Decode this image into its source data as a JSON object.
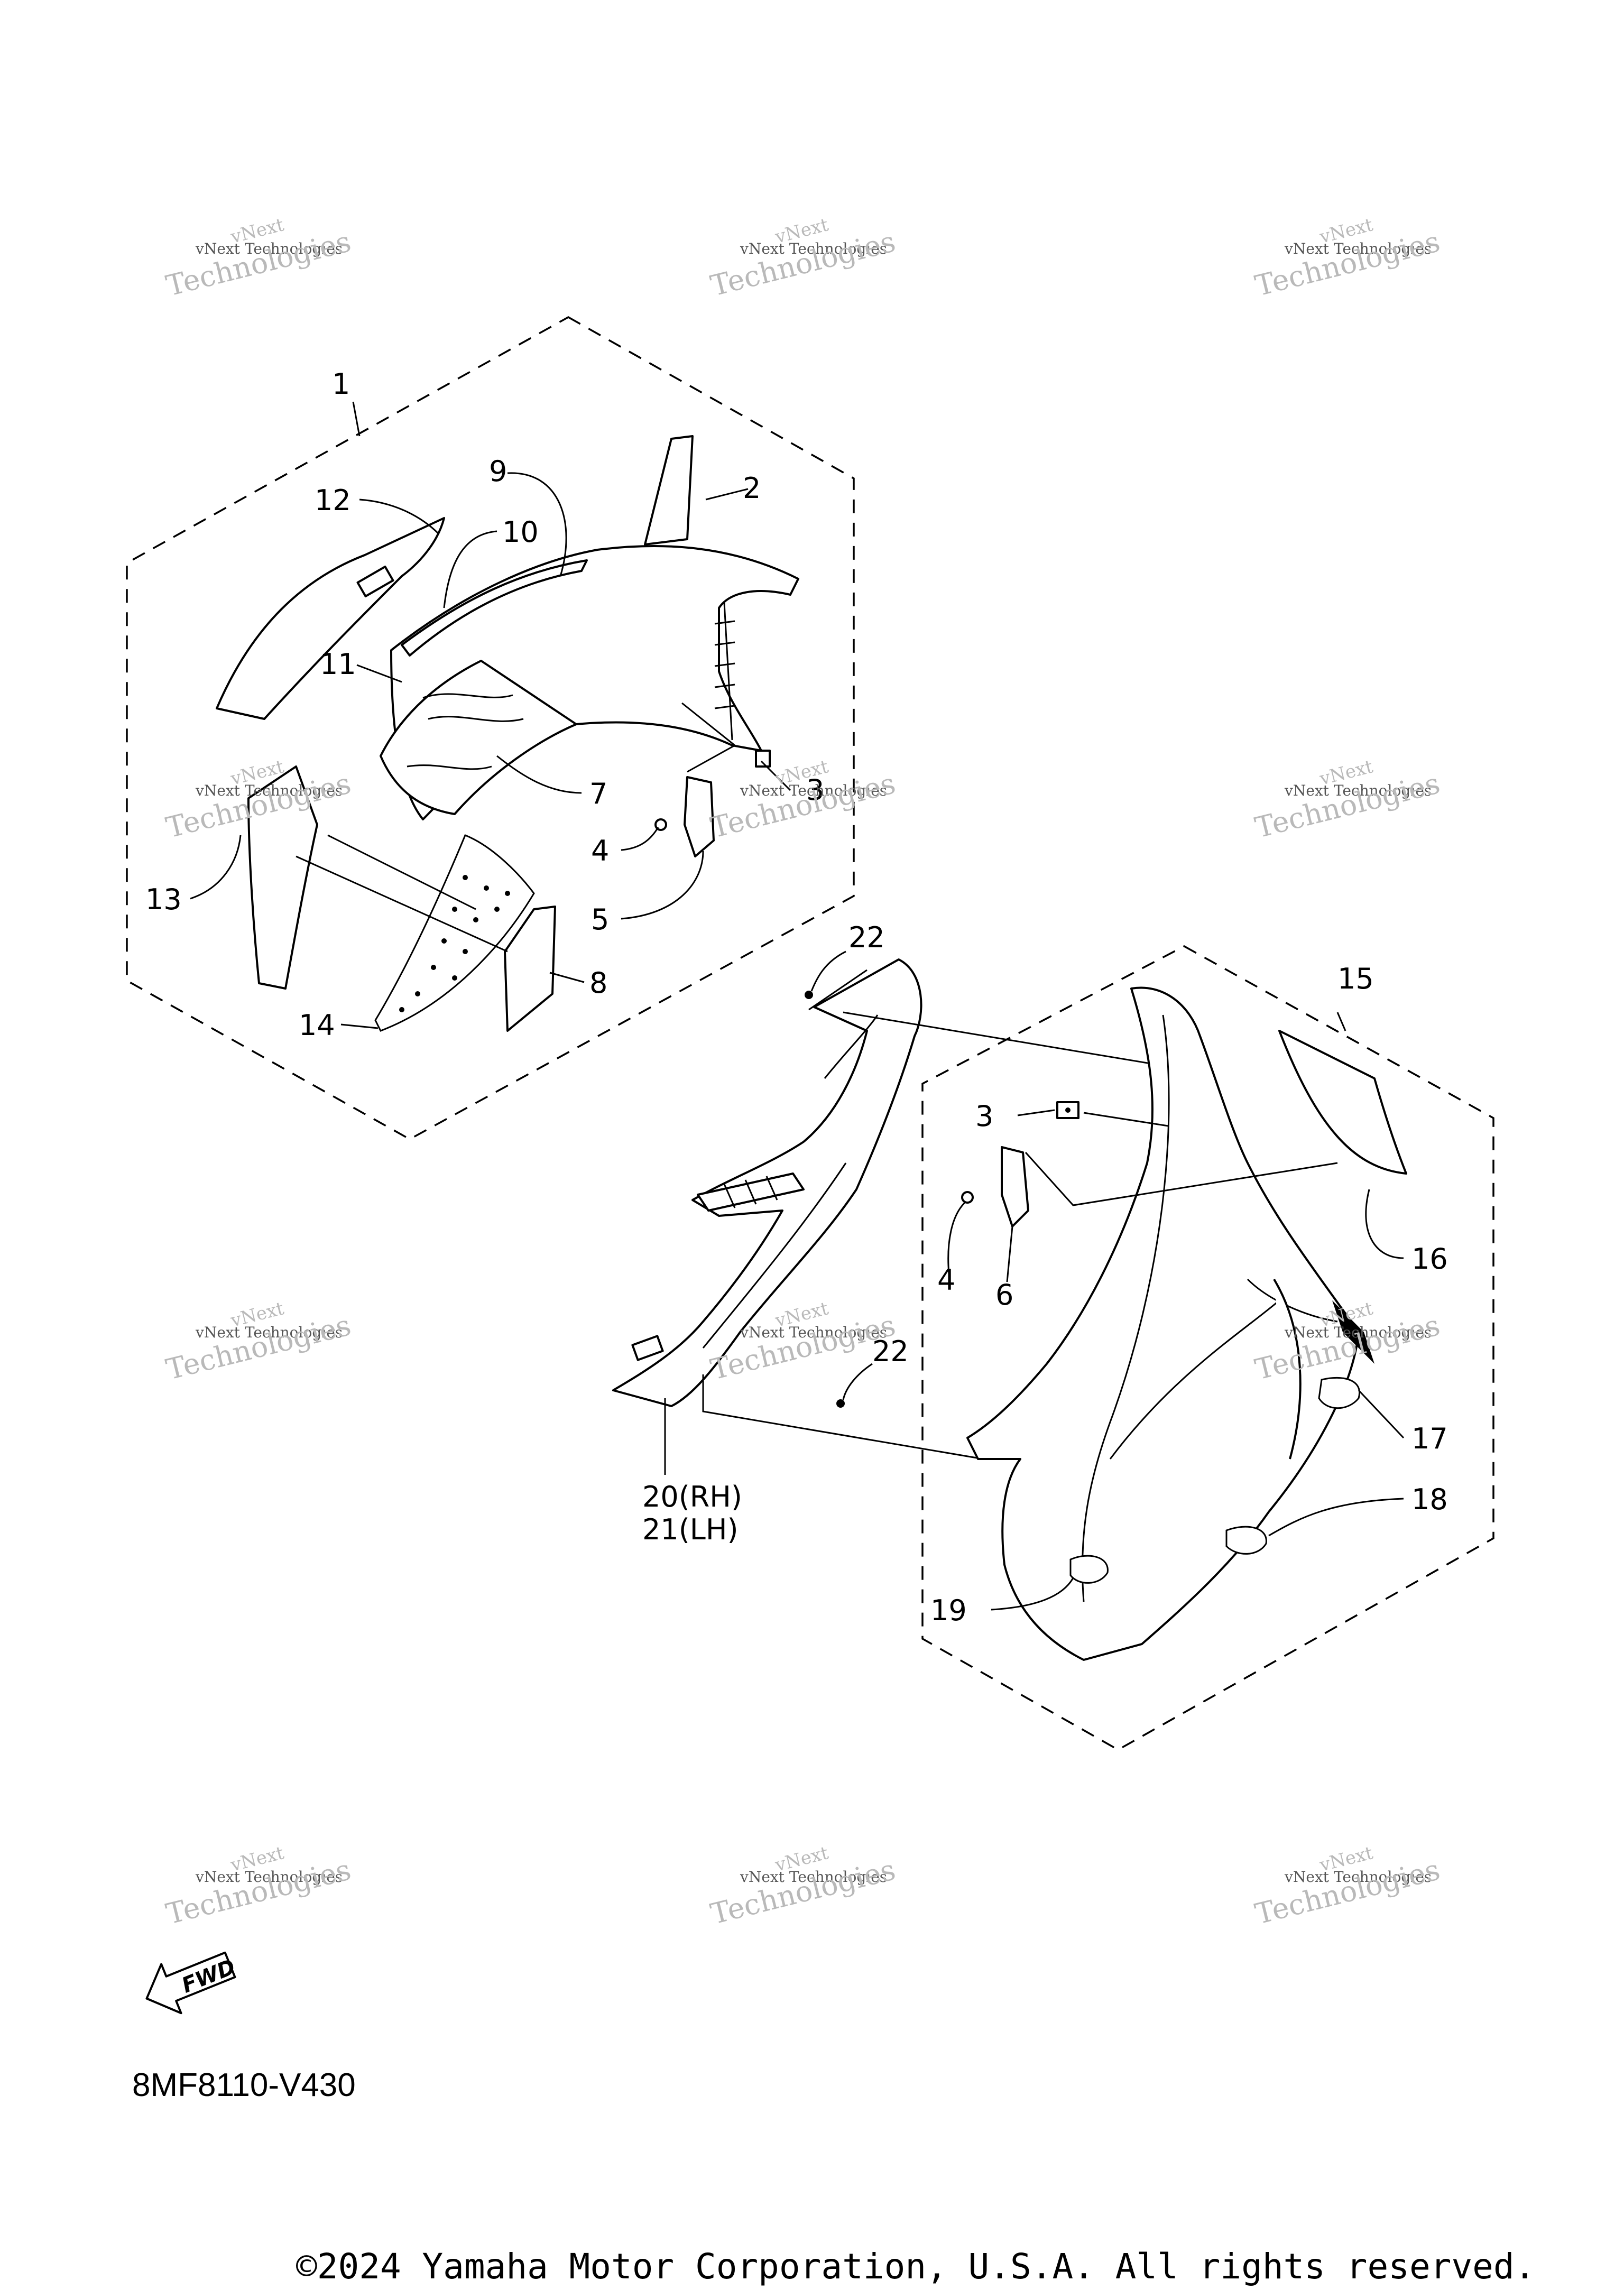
{
  "diagram": {
    "callouts": {
      "c1": "1",
      "c2": "2",
      "c3a": "3",
      "c4a": "4",
      "c5": "5",
      "c7": "7",
      "c8": "8",
      "c9": "9",
      "c10": "10",
      "c11": "11",
      "c12": "12",
      "c13": "13",
      "c14": "14",
      "c15": "15",
      "c16": "16",
      "c17": "17",
      "c18": "18",
      "c19": "19",
      "c3b": "3",
      "c4b": "4",
      "c6": "6",
      "c20": "20(RH)",
      "c21": "21(LH)",
      "c22a": "22",
      "c22b": "22"
    },
    "watermark": {
      "line1": "vNext",
      "line2": "vNext Technologies",
      "line3": "Technologies"
    },
    "fwd_label": "FWD",
    "reference_code": "8MF8110-V430",
    "copyright": "©2024 Yamaha Motor Corporation, U.S.A. All rights reserved."
  }
}
